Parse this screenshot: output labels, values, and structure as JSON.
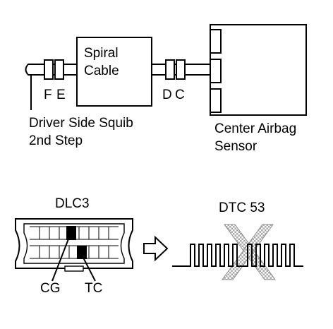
{
  "circuit": {
    "spiral_cable_line1": "Spiral",
    "spiral_cable_line2": "Cable",
    "connector_f": "F",
    "connector_e": "E",
    "connector_d": "D",
    "connector_c": "C",
    "squib_label_line1": "Driver Side Squib",
    "squib_label_line2": "2nd Step",
    "sensor_label_line1": "Center Airbag",
    "sensor_label_line2": "Sensor"
  },
  "dlc": {
    "title": "DLC3",
    "terminal_cg": "CG",
    "terminal_tc": "TC"
  },
  "dtc": {
    "title": "DTC 53"
  },
  "colors": {
    "ink": "#000000",
    "cross_fill": "#b9b9b9",
    "background": "#ffffff"
  }
}
